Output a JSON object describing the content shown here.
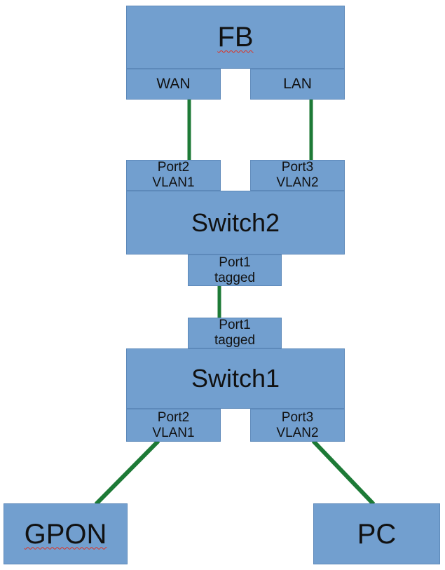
{
  "colors": {
    "box_fill": "#729fcf",
    "box_border": "#5d89ba",
    "link": "#1d7a36",
    "text": "#111111",
    "spellcheck_underline": "#e03020"
  },
  "nodes": {
    "fb": {
      "label": "FB"
    },
    "wan": {
      "label": "WAN"
    },
    "lan": {
      "label": "LAN"
    },
    "switch2": {
      "label": "Switch2"
    },
    "switch1": {
      "label": "Switch1"
    },
    "gpon": {
      "label": "GPON"
    },
    "pc": {
      "label": "PC"
    }
  },
  "ports": {
    "sw2_port2": {
      "l1": "Port2",
      "l2": "VLAN1"
    },
    "sw2_port3": {
      "l1": "Port3",
      "l2": "VLAN2"
    },
    "sw2_port1": {
      "l1": "Port1",
      "l2": "tagged"
    },
    "sw1_port1": {
      "l1": "Port1",
      "l2": "tagged"
    },
    "sw1_port2": {
      "l1": "Port2",
      "l2": "VLAN1"
    },
    "sw1_port3": {
      "l1": "Port3",
      "l2": "VLAN2"
    }
  },
  "edges": [
    {
      "from": "FB WAN",
      "to": "Switch2 Port2 VLAN1"
    },
    {
      "from": "FB LAN",
      "to": "Switch2 Port3 VLAN2"
    },
    {
      "from": "Switch2 Port1 tagged",
      "to": "Switch1 Port1 tagged"
    },
    {
      "from": "Switch1 Port2 VLAN1",
      "to": "GPON"
    },
    {
      "from": "Switch1 Port3 VLAN2",
      "to": "PC"
    }
  ]
}
